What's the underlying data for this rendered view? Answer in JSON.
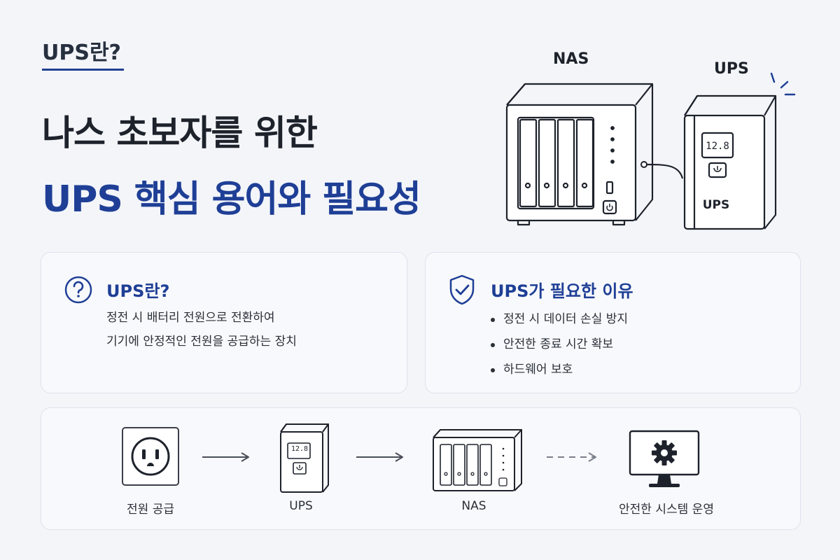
{
  "header": {
    "eyebrow": "UPS란?",
    "title_line1": "나스 초보자를 위한",
    "title_line2": "UPS 핵심 용어와 필요성"
  },
  "hero": {
    "nas_label": "NAS",
    "ups_label": "UPS",
    "ups_body_label": "UPS",
    "ups_display": "12.8"
  },
  "card_what": {
    "title": "UPS란?",
    "icon": "question-circle-icon",
    "lines": [
      "정전 시 배터리 전원으로 전환하여",
      "기기에 안정적인 전원을 공급하는 장치"
    ]
  },
  "card_why": {
    "title": "UPS가 필요한 이유",
    "icon": "shield-check-icon",
    "bullets": [
      "정전 시 데이터 손실 방지",
      "안전한 종료 시간 확보",
      "하드웨어 보호"
    ]
  },
  "flow": {
    "steps": [
      {
        "label": "전원 공급",
        "icon": "power-outlet-icon"
      },
      {
        "label": "UPS",
        "icon": "ups-device-icon"
      },
      {
        "label": "NAS",
        "icon": "nas-device-icon"
      },
      {
        "label": "안전한 시스템 운영",
        "icon": "monitor-gear-icon"
      }
    ],
    "ups_display": "12.8"
  },
  "colors": {
    "accent": "#1f3f96",
    "text": "#1d222b",
    "background": "#f3f5f9",
    "card_border": "#dde2ec"
  }
}
